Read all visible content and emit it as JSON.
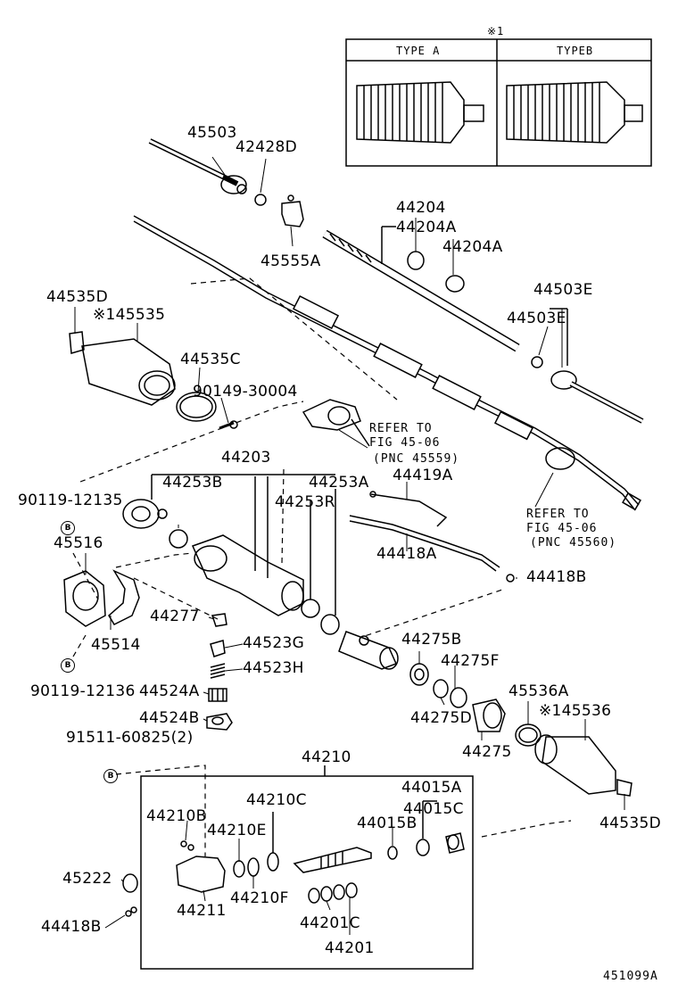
{
  "inset": {
    "note": "※1",
    "type_a": "TYPE A",
    "type_b": "TYPEB"
  },
  "labels": {
    "p45503": "45503",
    "p42428D": "42428D",
    "p44204": "44204",
    "p44204A_1": "44204A",
    "p44204A_2": "44204A",
    "p45555A": "45555A",
    "p44503E_1": "44503E",
    "p44503E_2": "44503E",
    "p44535D_1": "44535D",
    "p45535": "※145535",
    "p44535C": "44535C",
    "p90149": "90149-30004",
    "refer1_a": "REFER TO",
    "refer1_b": "FIG 45-06",
    "refer1_c": "(PNC 45559)",
    "p44203": "44203",
    "p44253B": "44253B",
    "p44253A": "44253A",
    "p44419A": "44419A",
    "p90119_12135": "90119-12135",
    "p44253R": "44253R",
    "refer2_a": "REFER TO",
    "refer2_b": "FIG 45-06",
    "refer2_c": "(PNC 45560)",
    "p45516": "45516",
    "p44418A": "44418A",
    "p44418B_1": "44418B",
    "p44277": "44277",
    "p45514": "45514",
    "p44523G": "44523G",
    "p44523H": "44523H",
    "p44275B": "44275B",
    "p44275F": "44275F",
    "p90119_12136": "90119-12136",
    "p44524A": "44524A",
    "p45536A": "45536A",
    "p45536": "※145536",
    "p44524B": "44524B",
    "p44275D": "44275D",
    "p91511": "91511-60825(2)",
    "p44275": "44275",
    "p44210": "44210",
    "p44015A": "44015A",
    "p44015C": "44015C",
    "p44210C": "44210C",
    "p44210B": "44210B",
    "p44015B": "44015B",
    "p44535D_2": "44535D",
    "p44210E": "44210E",
    "p45222": "45222",
    "p44210F": "44210F",
    "p44211": "44211",
    "p44201C": "44201C",
    "p44418B_2": "44418B",
    "p44201": "44201",
    "figure_id": "451099A",
    "badge_b": "B"
  }
}
